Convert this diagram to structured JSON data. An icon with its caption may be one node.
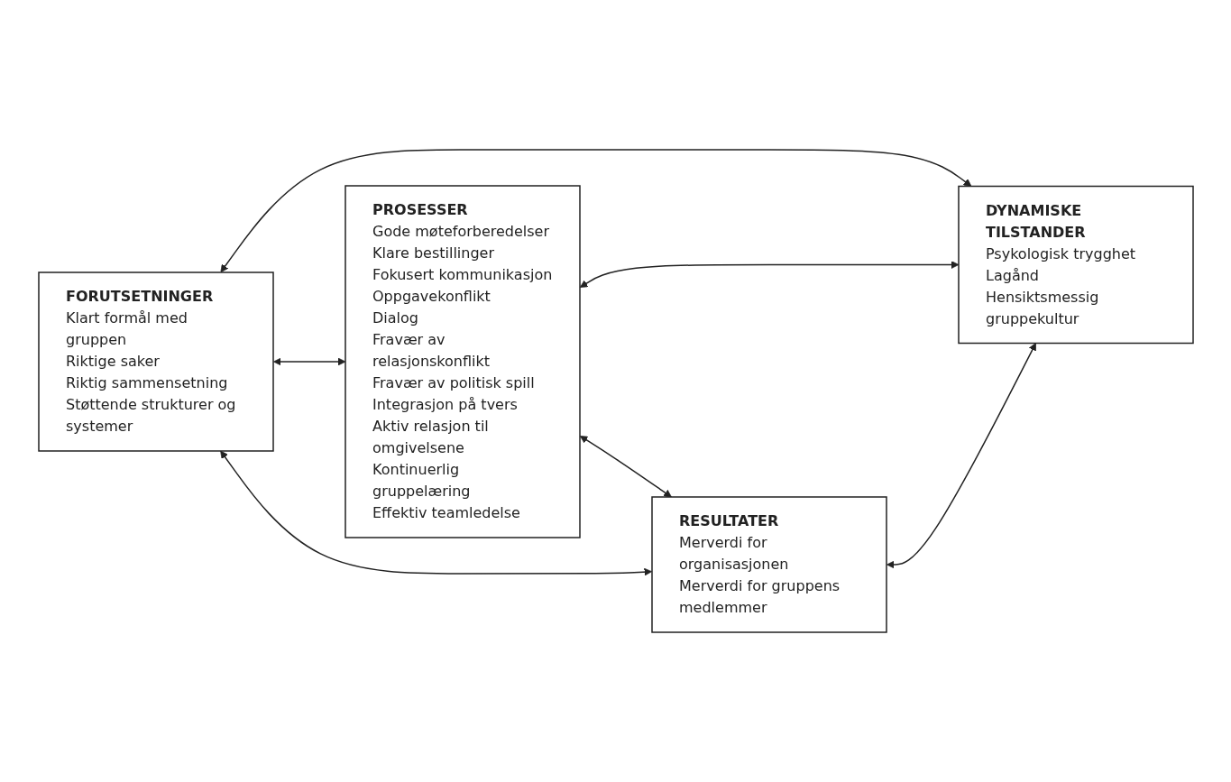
{
  "diagram": {
    "nodes": [
      {
        "text": [
          "FORUTSETNINGER",
          "Klart formål med gruppen",
          "Riktige saker",
          "Riktig sammensetning",
          "Støttende strukturer og systemer"
        ]
      },
      {
        "text": [
          "PROSESSER",
          "Gode møteforberedelser",
          "Klare bestillinger",
          "Fokusert kommunikasjon",
          "Oppgavekonflikt",
          "Dialog",
          "Fravær av relasjonskonflikt",
          "Fravær av politisk spill",
          "Integrasjon på tvers",
          "Aktiv relasjon til omgivelsene",
          "Kontinuerlig gruppelæring",
          "Effektiv teamledelse"
        ]
      },
      {
        "text": [
          "RESULTATER",
          "Merverdi for organisasjonen",
          "Merverdi for gruppens medlemmer"
        ]
      },
      {
        "text": [
          "DYNAMISKE TILSTANDER",
          "Psykologisk trygghet",
          "Lagånd",
          "Hensiktsmessig gruppekultur"
        ]
      }
    ],
    "edges": [
      {
        "from": 2,
        "to": 0,
        "arrow": "both"
      },
      {
        "from": 0,
        "to": 1,
        "arrow": "both"
      },
      {
        "from": 1,
        "to": 2,
        "arrow": "both"
      },
      {
        "from": 0,
        "to": 3,
        "arrow": "both"
      },
      {
        "from": 1,
        "to": 3,
        "arrow": "both"
      },
      {
        "from": 2,
        "to": 3,
        "arrow": "both"
      }
    ]
  }
}
